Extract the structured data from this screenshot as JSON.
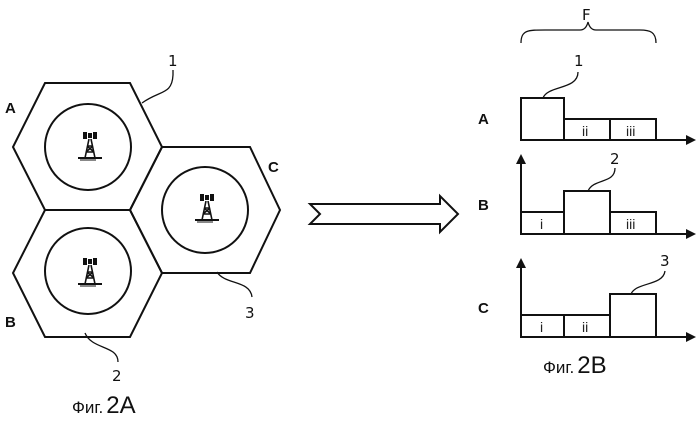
{
  "figure_a": {
    "caption_prefix": "Фиг.",
    "caption_number": "2A",
    "cells": [
      {
        "label": "A",
        "ref": "1",
        "icon": "cell-tower-icon"
      },
      {
        "label": "B",
        "ref": "2",
        "icon": "cell-tower-icon"
      },
      {
        "label": "C",
        "ref": "3",
        "icon": "cell-tower-icon"
      }
    ]
  },
  "arrow": {
    "icon": "right-arrow-icon"
  },
  "figure_b": {
    "caption_prefix": "Фиг.",
    "caption_number": "2B",
    "band_label": "F",
    "rows": [
      {
        "label": "A",
        "ref": "1",
        "blocks": [
          "1",
          "ii",
          "iii"
        ],
        "highlighted": 0
      },
      {
        "label": "B",
        "ref": "2",
        "blocks": [
          "i",
          "2",
          "iii"
        ],
        "highlighted": 1
      },
      {
        "label": "C",
        "ref": "3",
        "blocks": [
          "i",
          "ii",
          "3"
        ],
        "highlighted": 2
      }
    ],
    "roman": {
      "a_ii": "ii",
      "a_iii": "iii",
      "b_i": "i",
      "b_iii": "iii",
      "c_i": "i",
      "c_ii": "ii"
    }
  }
}
